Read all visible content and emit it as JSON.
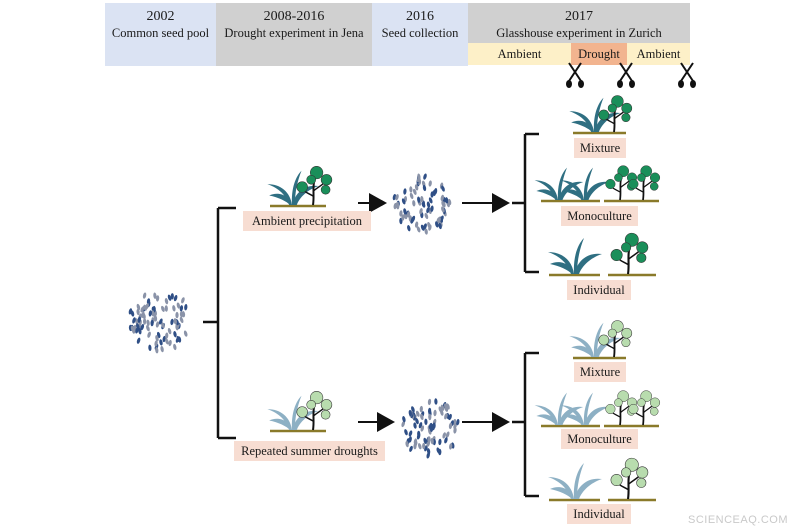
{
  "timeline": [
    {
      "year": "2002",
      "desc": "Common seed pool",
      "color": "#dbe3f3"
    },
    {
      "year": "2008-2016",
      "desc": "Drought experiment in Jena",
      "color": "#d0d0d0"
    },
    {
      "year": "2016",
      "desc": "Seed collection",
      "color": "#dbe3f3"
    },
    {
      "year": "2017",
      "desc": "Glasshouse experiment in Zurich",
      "color": "#d0d0d0"
    }
  ],
  "conditions": [
    {
      "label": "Ambient",
      "color": "#fdf0c8"
    },
    {
      "label": "Drought",
      "color": "#f2b48f"
    },
    {
      "label": "Ambient",
      "color": "#fdf0c8"
    }
  ],
  "branches": {
    "top": {
      "label": "Ambient precipitation",
      "treatments": [
        "Mixture",
        "Monoculture",
        "Individual"
      ],
      "leaf_color": "#1a8f5a",
      "grass_color": "#2f6f82"
    },
    "bottom": {
      "label": "Repeated summer droughts",
      "treatments": [
        "Mixture",
        "Monoculture",
        "Individual"
      ],
      "leaf_color": "#b8dcae",
      "grass_color": "#8db0c4"
    }
  },
  "icons": {
    "scissors": "scissors-icon",
    "seed_pool": "seed-cluster-icon",
    "plant": "plant-icon"
  },
  "watermark": "SCIENCEAQ.COM"
}
